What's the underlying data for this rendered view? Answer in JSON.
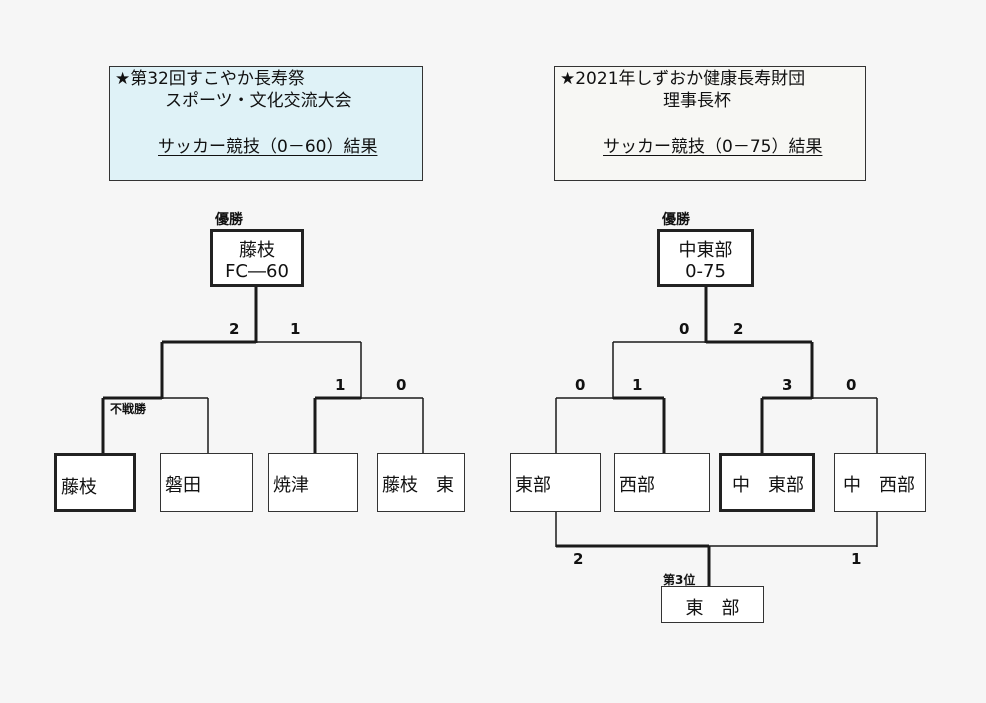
{
  "left": {
    "header": {
      "line1": "★第32回すこやか長寿祭",
      "line2": "スポーツ・文化交流大会",
      "line3": "サッカー競技（0－60）結果"
    },
    "winner_label": "優勝",
    "winner": {
      "line1": "藤枝",
      "line2": "FC―60"
    },
    "note_forfeit": "不戦勝",
    "teams": [
      "藤枝",
      "磐田",
      "焼津",
      "藤枝　東"
    ],
    "scores": {
      "final_left": "2",
      "final_right": "1",
      "semi_right_left": "1",
      "semi_right_right": "0"
    }
  },
  "right": {
    "header": {
      "line1": "★2021年しずおか健康長寿財団",
      "line2": "理事長杯",
      "line3": "サッカー競技（0－75）結果"
    },
    "winner_label": "優勝",
    "winner": {
      "line1": "中東部",
      "line2": "0-75"
    },
    "teams": [
      "東部",
      "西部",
      "中　東部",
      "中　西部"
    ],
    "scores": {
      "final_left": "0",
      "final_right": "2",
      "semi_left_left": "0",
      "semi_left_right": "1",
      "semi_right_left": "3",
      "semi_right_right": "0",
      "third_left": "2",
      "third_right": "1"
    },
    "third_label": "第3位",
    "third_place": "東　部"
  },
  "colors": {
    "left_header_bg": "#dff2f7",
    "right_header_bg": "#f7f7f4",
    "line": "#1a1a1a"
  }
}
